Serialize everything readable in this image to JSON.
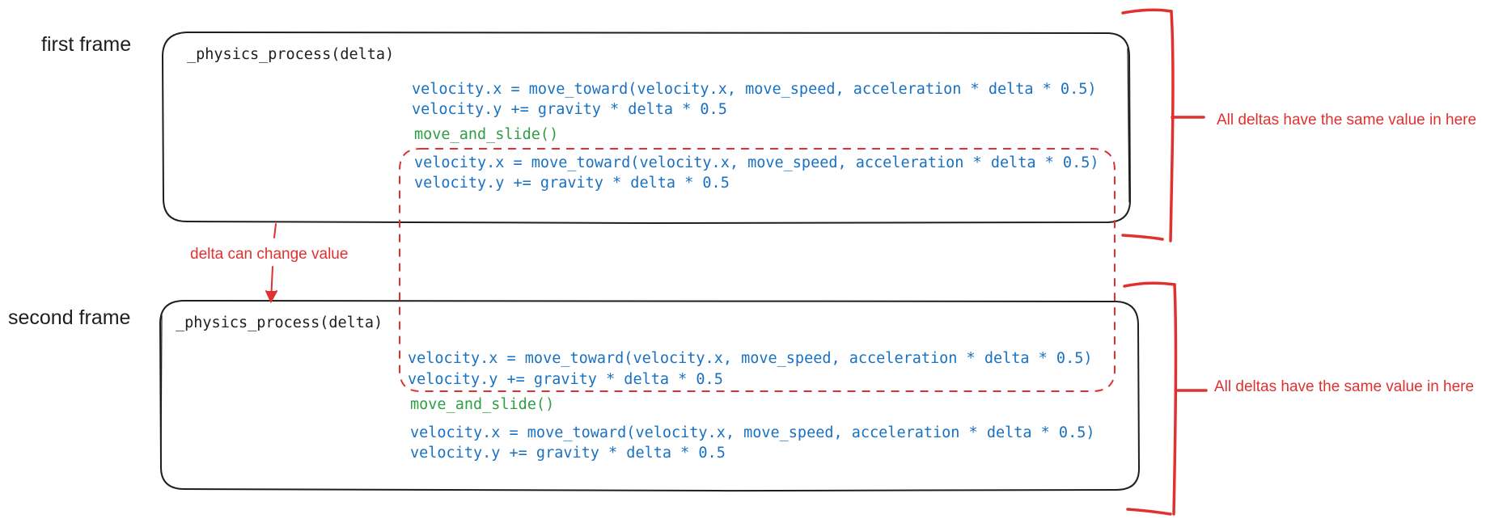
{
  "frames": [
    {
      "title": "first frame",
      "func": "_physics_process(delta)",
      "lines": [
        "velocity.x = move_toward(velocity.x, move_speed, acceleration * delta * 0.5)",
        "velocity.y += gravity * delta * 0.5",
        "move_and_slide()",
        "velocity.x = move_toward(velocity.x, move_speed, acceleration * delta * 0.5)",
        "velocity.y += gravity * delta * 0.5"
      ]
    },
    {
      "title": "second frame",
      "func": "_physics_process(delta)",
      "lines": [
        "velocity.x = move_toward(velocity.x, move_speed, acceleration * delta * 0.5)",
        "velocity.y += gravity * delta * 0.5",
        "move_and_slide()",
        "velocity.x = move_toward(velocity.x, move_speed, acceleration * delta * 0.5)",
        "velocity.y += gravity * delta * 0.5"
      ]
    }
  ],
  "annotations": {
    "delta_change": "delta can change value",
    "same_value_top": "All deltas have the same value in here",
    "same_value_bottom": "All deltas have the same value in here"
  },
  "colors": {
    "code_blue": "#1971c2",
    "code_green": "#2f9e44",
    "annotation_red": "#e03131",
    "stroke": "#1e1e1e"
  }
}
